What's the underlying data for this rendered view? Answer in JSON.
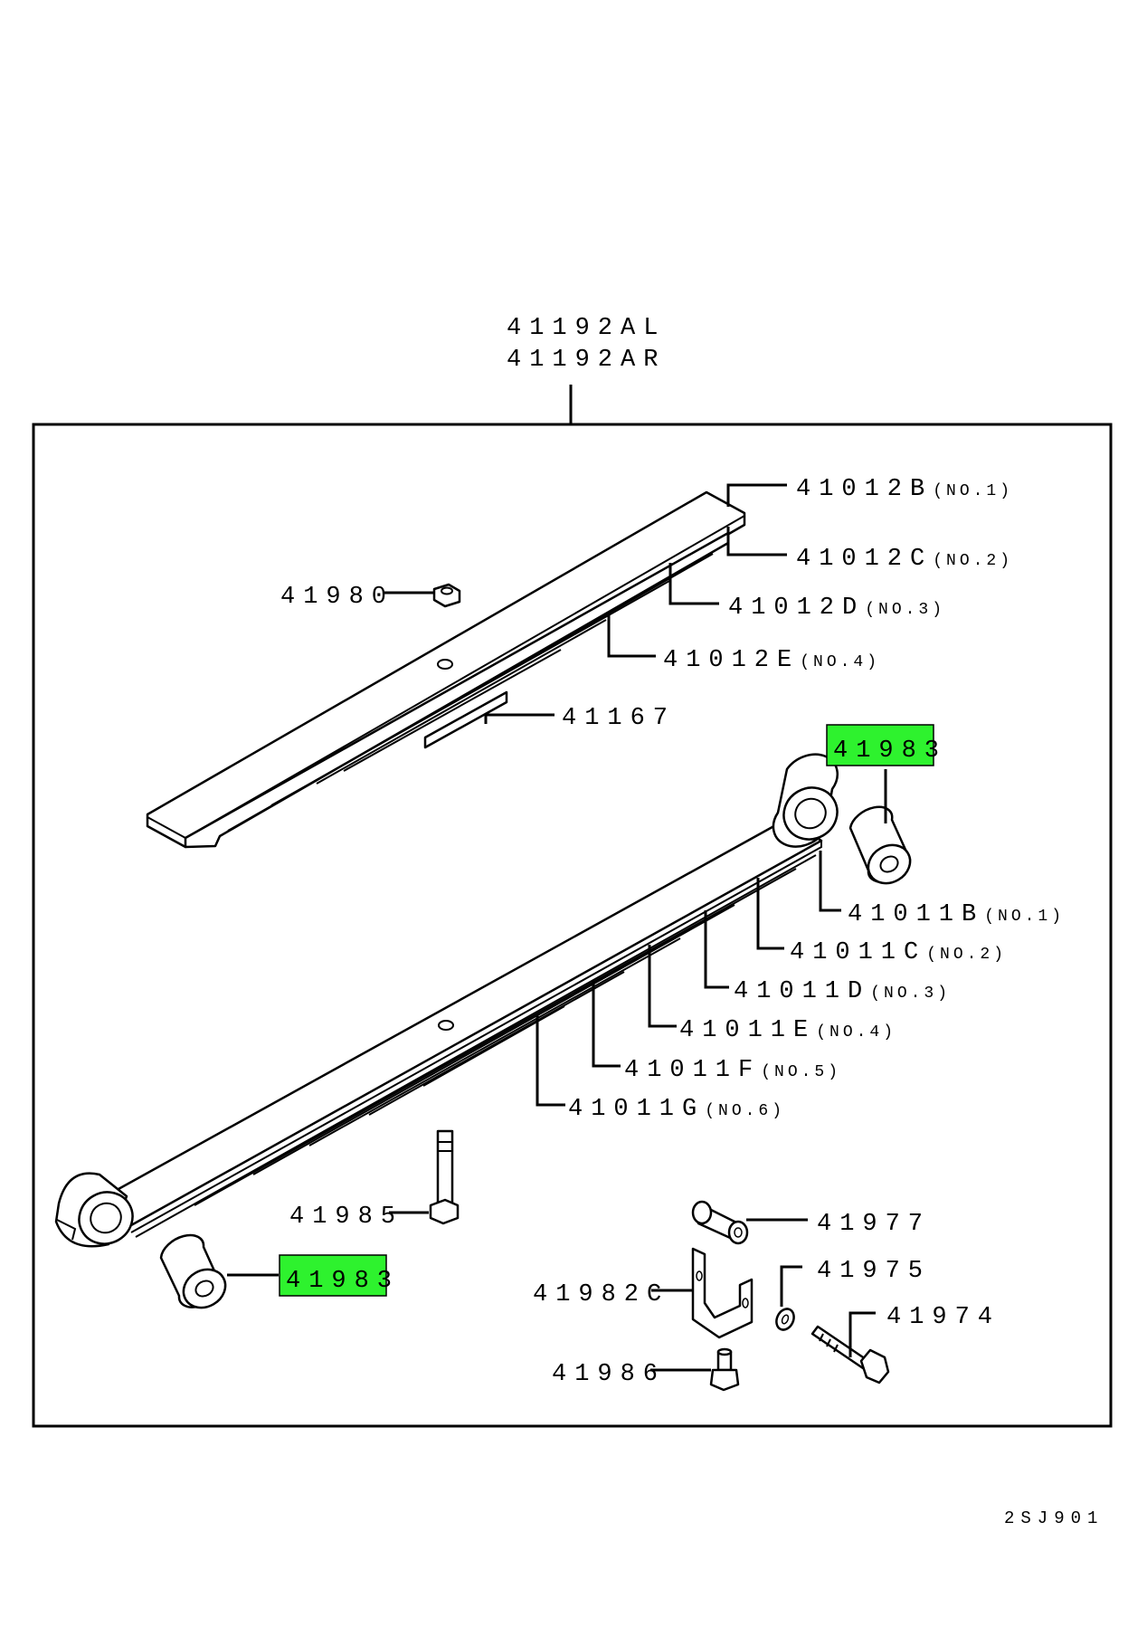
{
  "diagram": {
    "assembly_label_left": "41192AL",
    "assembly_label_right": "41192AR",
    "drawing_code": "2SJ901",
    "highlight_color": "#2ef22e",
    "upper_spring": {
      "leaves": [
        {
          "part": "41012B",
          "note": "(NO.1)"
        },
        {
          "part": "41012C",
          "note": "(NO.2)"
        },
        {
          "part": "41012D",
          "note": "(NO.3)"
        },
        {
          "part": "41012E",
          "note": "(NO.4)"
        }
      ],
      "nut": "41980",
      "pad": "41167"
    },
    "lower_spring": {
      "leaves": [
        {
          "part": "41011B",
          "note": "(NO.1)"
        },
        {
          "part": "41011C",
          "note": "(NO.2)"
        },
        {
          "part": "41011D",
          "note": "(NO.3)"
        },
        {
          "part": "41011E",
          "note": "(NO.4)"
        },
        {
          "part": "41011F",
          "note": "(NO.5)"
        },
        {
          "part": "41011G",
          "note": "(NO.6)"
        }
      ]
    },
    "bushing_right": "41983",
    "bushing_left": "41983",
    "center_bolt": "41985",
    "pin": "41977",
    "washer": "41975",
    "bolt": "41974",
    "shackle": "41982C",
    "grease_nipple": "41986"
  }
}
